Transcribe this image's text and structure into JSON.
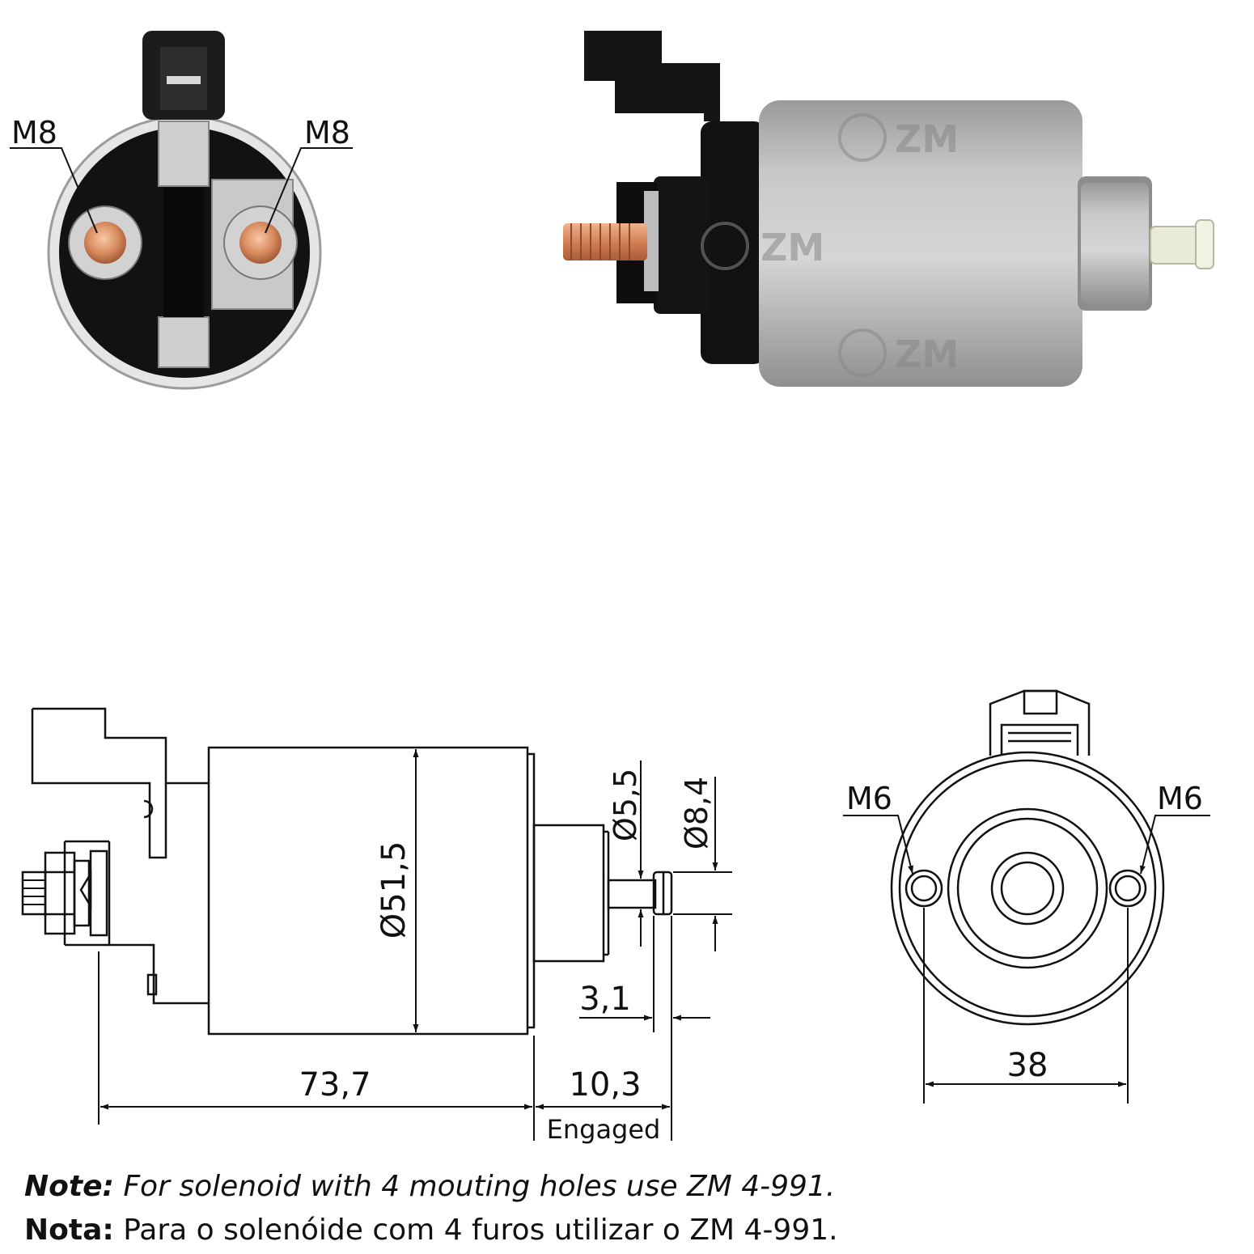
{
  "photo_front": {
    "terminal_left": "M8",
    "terminal_right": "M8"
  },
  "photo_side": {
    "logo_top": "ZM",
    "logo_mid": "ZM",
    "logo_bottom": "ZM"
  },
  "drawing_side": {
    "diameter_body": "Ø51,5",
    "diameter_plunger": "Ø5,5",
    "diameter_tip": "Ø8,4",
    "length_body": "73,7",
    "length_extension": "10,3",
    "length_tip": "3,1",
    "state_label": "Engaged"
  },
  "drawing_end": {
    "hole_left": "M6",
    "hole_right": "M6",
    "hole_spacing": "38"
  },
  "notes": {
    "en_label": "Note:",
    "en_text": "For solenoid with 4 mouting holes use ZM 4-991.",
    "pt_label": "Nota:",
    "pt_text": "Para o solenóide com 4 furos utilizar o ZM 4-991."
  },
  "colors": {
    "ink": "#111111",
    "steel": "#b9b9b9",
    "copper": "#d98b5f",
    "plastic": "#1e1e1e"
  }
}
